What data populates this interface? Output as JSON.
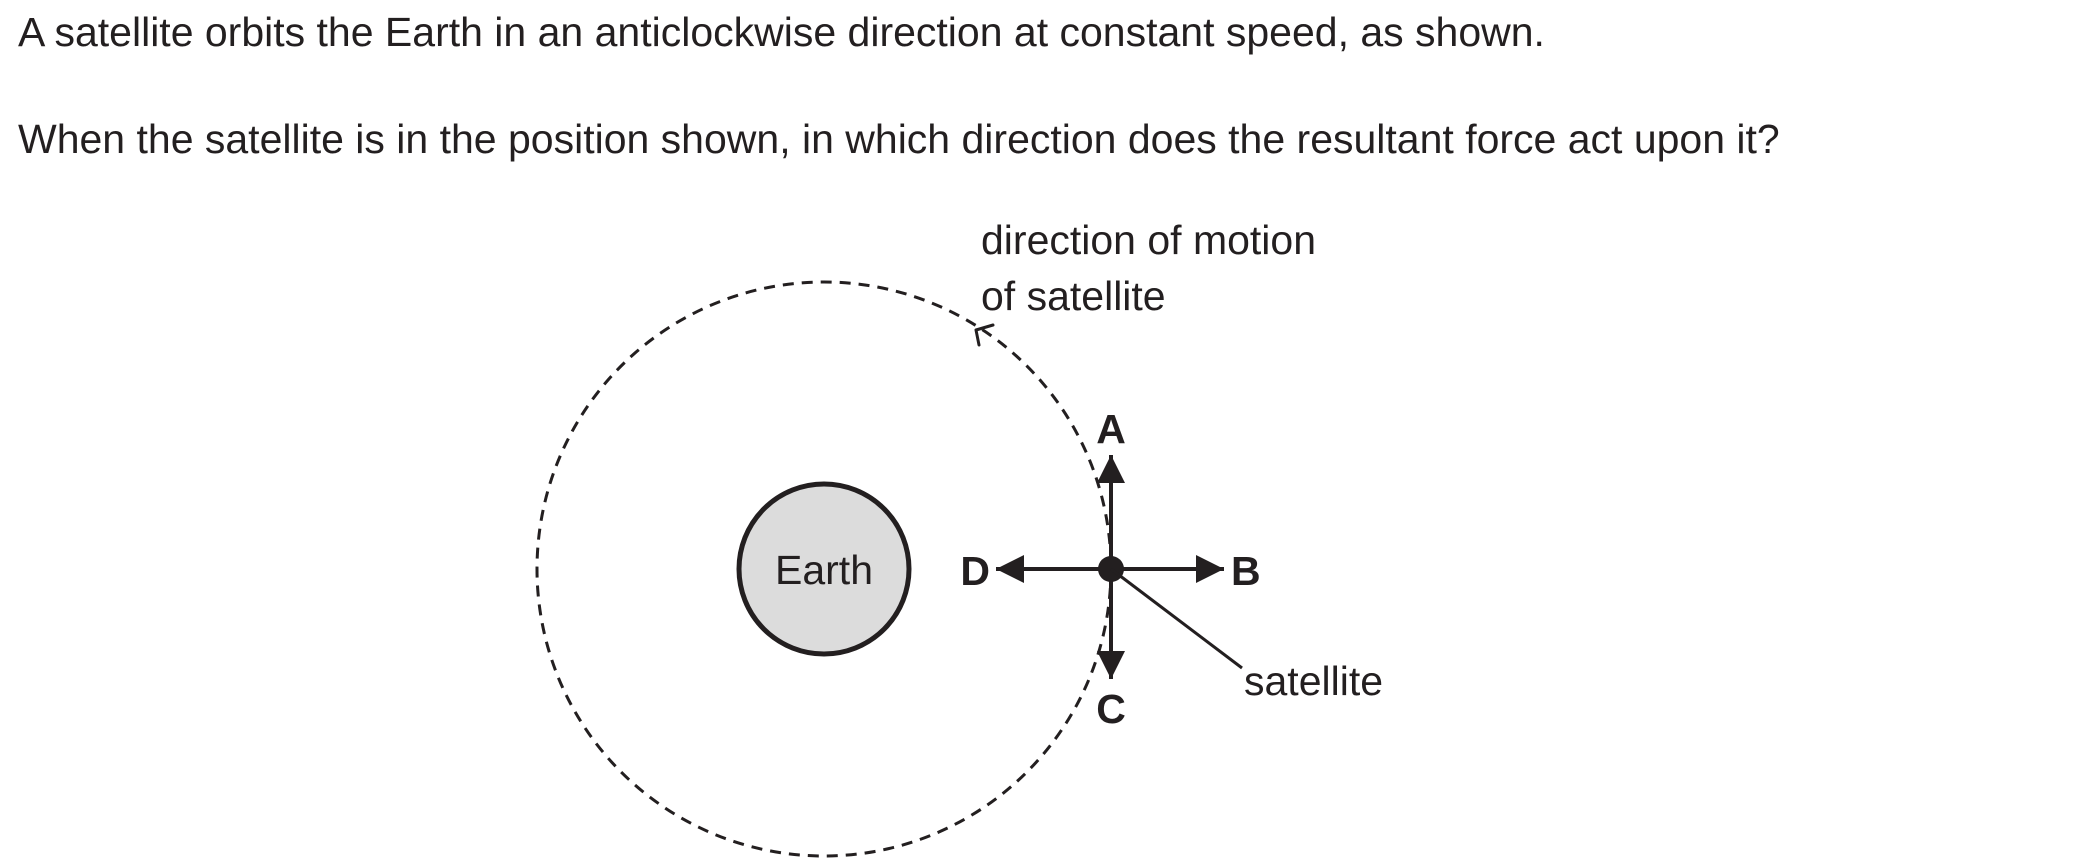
{
  "question": {
    "line1": "A satellite orbits the Earth in an anticlockwise direction at constant speed, as shown.",
    "line2": "When the satellite is in the position shown, in which direction does the resultant force act upon it?"
  },
  "diagram": {
    "earth_label": "Earth",
    "motion_label_line1": "direction of motion",
    "motion_label_line2": "of satellite",
    "satellite_label": "satellite",
    "arrow_labels": {
      "a": "A",
      "b": "B",
      "c": "C",
      "d": "D"
    },
    "colors": {
      "ink": "#231f20",
      "earth_fill": "#dcdcdc"
    }
  }
}
